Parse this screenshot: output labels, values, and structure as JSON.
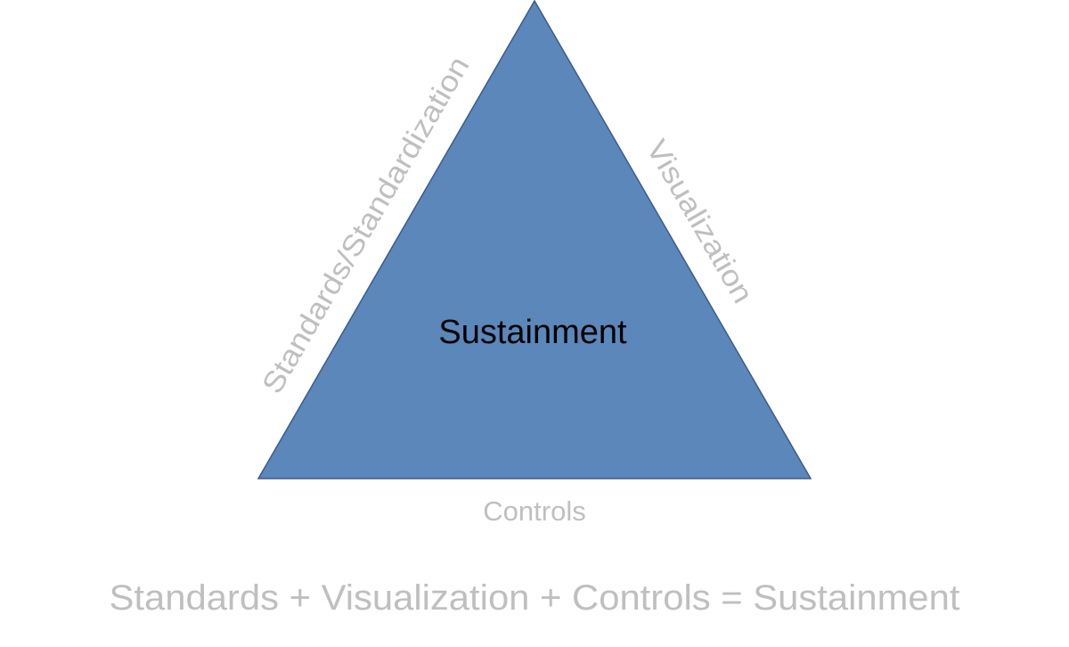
{
  "colors": {
    "fill": "#5b87ba",
    "stroke": "#3b5c8c",
    "label": "#bfbfbf",
    "center_text": "#000000"
  },
  "triangle": {
    "center_label": "Sustainment",
    "left_side_label": "Standards/Standardization",
    "right_side_label": "Visualization",
    "bottom_label": "Controls"
  },
  "equation": "Standards + Visualization + Controls = Sustainment"
}
